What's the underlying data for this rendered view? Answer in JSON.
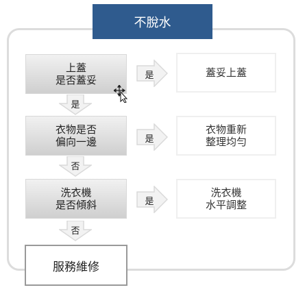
{
  "title": "不脫水",
  "steps": [
    {
      "question": "上蓋\n是否蓋妥",
      "yes_label": "是",
      "result": "蓋妥上蓋"
    },
    {
      "question": "衣物是否\n偏向一邊",
      "yes_label": "是",
      "result": "衣物重新\n整理均勻"
    },
    {
      "question": "洗衣機\n是否傾斜",
      "yes_label": "是",
      "result": "洗衣機\n水平調整"
    }
  ],
  "down_labels": [
    "是",
    "否",
    "否"
  ],
  "final": "服務維修",
  "colors": {
    "title_bg": "#2f5b8e",
    "arrow_fill": "#f2f2f2",
    "arrow_stroke": "#d9d9d9"
  }
}
